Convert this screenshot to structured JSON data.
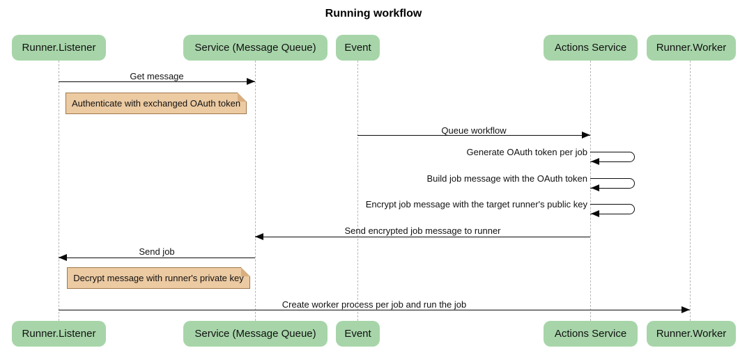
{
  "title": "Running workflow",
  "diagram_type": "sequence",
  "colors": {
    "actor_fill": "#a7d5a9",
    "note_fill": "#eccaa2",
    "note_border": "#9e784a",
    "note_fold": "#d9ae80",
    "arrow_line": "#0a0a0a",
    "lifeline": "#b5b5b5",
    "background": "#ffffff",
    "text": "#111111"
  },
  "actors": [
    {
      "label": "Runner.Listener"
    },
    {
      "label": "Service (Message Queue)"
    },
    {
      "label": "Event"
    },
    {
      "label": "Actions Service"
    },
    {
      "label": "Runner.Worker"
    }
  ],
  "messages": [
    {
      "type": "arrow",
      "label": "Get message",
      "from": "Runner.Listener",
      "to": "Service (Message Queue)"
    },
    {
      "type": "note",
      "label": "Authenticate with exchanged OAuth token",
      "position": "right of Runner.Listener"
    },
    {
      "type": "arrow",
      "label": "Queue workflow",
      "from": "Event",
      "to": "Actions Service"
    },
    {
      "type": "self",
      "label": "Generate OAuth token per job",
      "actor": "Actions Service"
    },
    {
      "type": "self",
      "label": "Build job message with the OAuth token",
      "actor": "Actions Service"
    },
    {
      "type": "self",
      "label": "Encrypt job message with the target runner's public key",
      "actor": "Actions Service"
    },
    {
      "type": "arrow",
      "label": "Send encrypted job message to runner",
      "from": "Actions Service",
      "to": "Service (Message Queue)"
    },
    {
      "type": "arrow",
      "label": "Send job",
      "from": "Service (Message Queue)",
      "to": "Runner.Listener"
    },
    {
      "type": "note",
      "label": "Decrypt message with runner's private key",
      "position": "right of Runner.Listener"
    },
    {
      "type": "arrow",
      "label": "Create worker process per job and run the job",
      "from": "Runner.Listener",
      "to": "Runner.Worker"
    }
  ]
}
